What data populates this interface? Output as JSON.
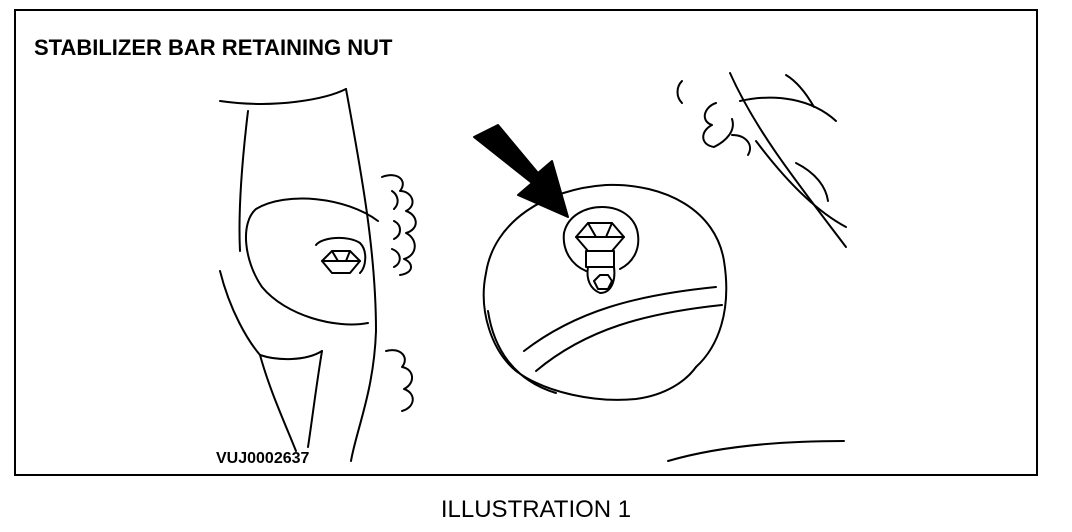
{
  "figure": {
    "title": "STABILIZER BAR RETAINING NUT",
    "reference_code": "VUJ0002637",
    "caption": "ILLUSTRATION 1"
  },
  "icons": {
    "pointer": "arrow-icon",
    "fastener": "hex-nut-icon"
  },
  "colors": {
    "line": "#000000",
    "background": "#ffffff"
  }
}
